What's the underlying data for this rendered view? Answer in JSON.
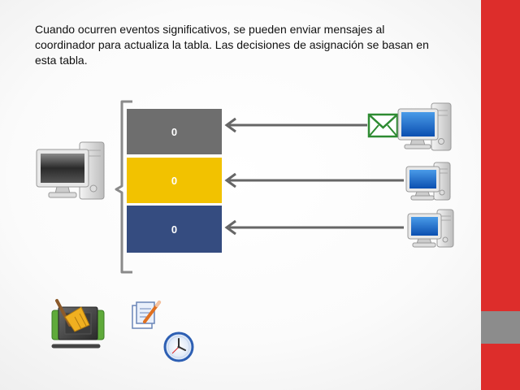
{
  "slide": {
    "text": "Cuando ocurren eventos significativos, se pueden enviar mensajes al coordinador para actualiza la tabla. Las decisiones de asignación se basan en esta tabla.",
    "colors": {
      "accent_bar": "#dd2d2b",
      "accent_block": "#8c8c8c"
    }
  },
  "table": {
    "cells": [
      {
        "value": "0",
        "color": "#6e6e6e"
      },
      {
        "value": "0",
        "color": "#f2c200"
      },
      {
        "value": "0",
        "color": "#354c80"
      }
    ]
  },
  "icons": {
    "coordinator": "computer-icon",
    "workers": [
      "computer-icon",
      "computer-icon",
      "computer-icon"
    ],
    "message": "envelope-icon",
    "tools": [
      "cpu-broom-icon",
      "edit-document-icon",
      "clock-icon"
    ]
  }
}
